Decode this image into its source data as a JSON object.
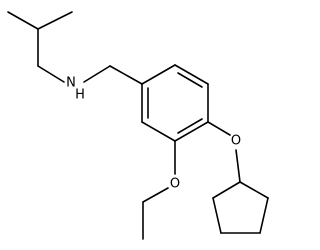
{
  "molecule": {
    "atoms": {
      "amine_n": "N",
      "amine_h": "H",
      "ethoxy_o": "O",
      "cyclopentyloxy_o": "O"
    }
  }
}
